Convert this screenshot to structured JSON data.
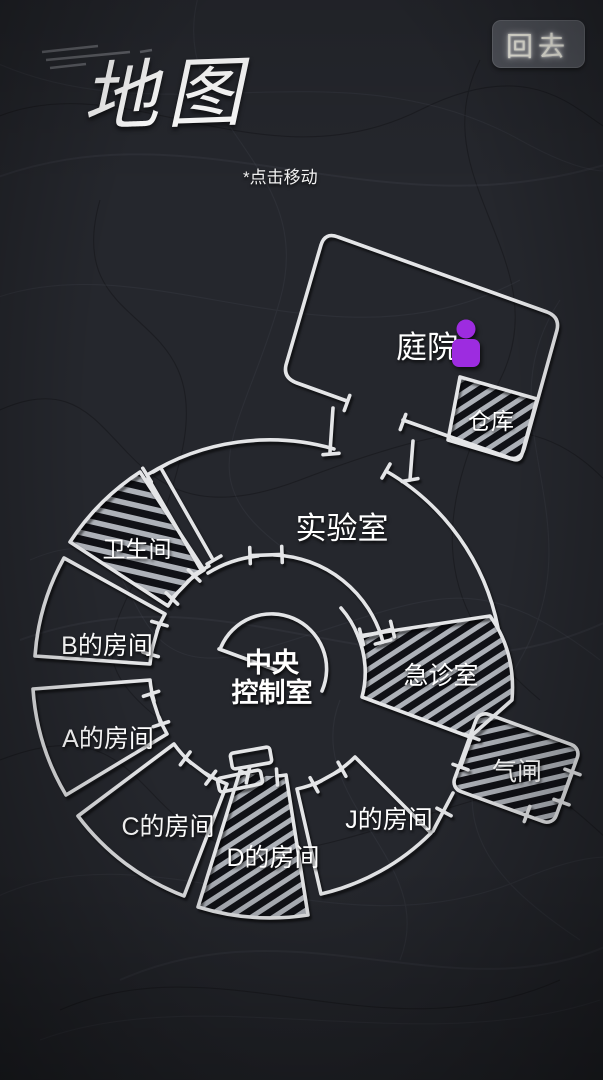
{
  "header": {
    "title": "地图",
    "subtitle": "*点击移动"
  },
  "toolbar": {
    "back_label": "回去"
  },
  "rooms": {
    "courtyard": "庭院",
    "warehouse": "仓库",
    "laboratory": "实验室",
    "bathroom": "卫生间",
    "room_b": "B的房间",
    "room_a": "A的房间",
    "room_c": "C的房间",
    "room_d": "D的房间",
    "room_j": "J的房间",
    "emergency": "急诊室",
    "airlock": "气闸",
    "central_line1": "中央",
    "central_line2": "控制室",
    "central_full": "中央控制室"
  },
  "player": {
    "location": "庭院",
    "color": "#9d2ce0"
  },
  "hatched_rooms": [
    "仓库",
    "卫生间",
    "急诊室",
    "D的房间",
    "气闸"
  ],
  "colors": {
    "background": "#25272d",
    "line": "#e4e5e7",
    "hatch_stripe": "#adb1b8",
    "hatch_dark": "#0f1014",
    "button_bg": "#53565e",
    "text": "#ffffff",
    "player": "#9d2ce0"
  }
}
